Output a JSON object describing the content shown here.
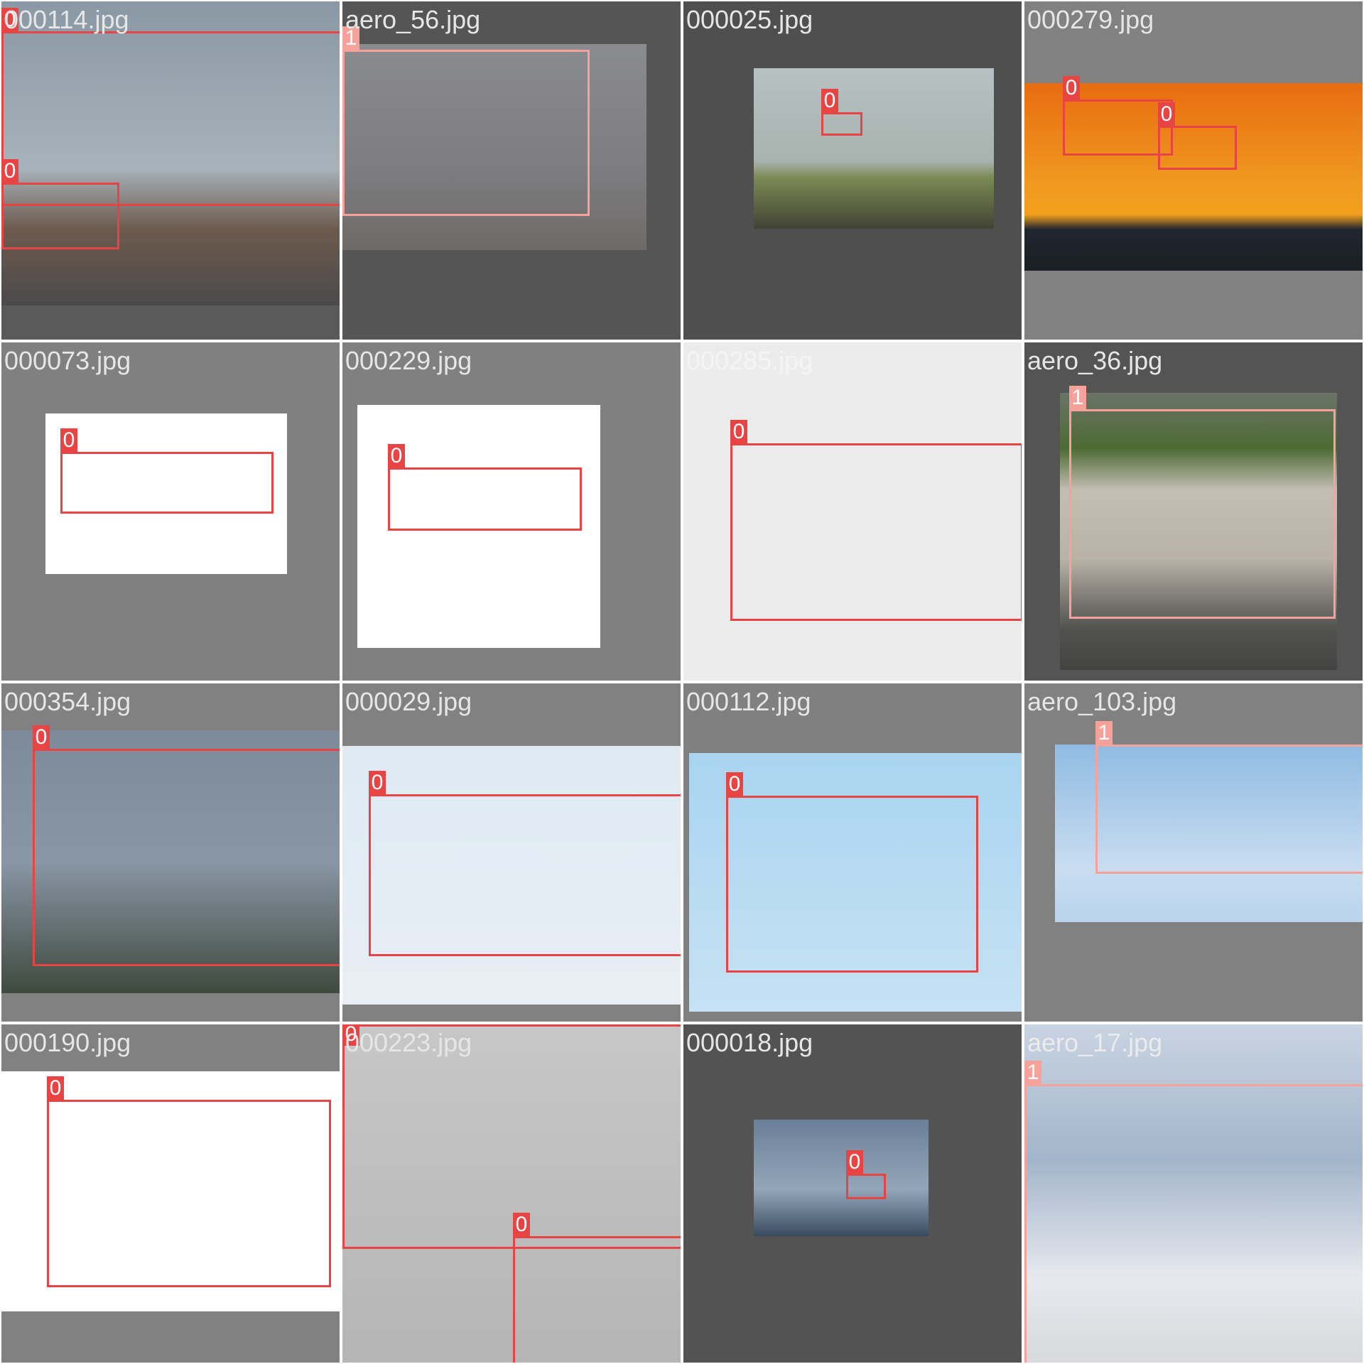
{
  "tiles": [
    {
      "filename": "000114.jpg",
      "labels": [
        "0",
        "0"
      ]
    },
    {
      "filename": "aero_56.jpg",
      "labels": [
        "1"
      ]
    },
    {
      "filename": "000025.jpg",
      "labels": [
        "0"
      ]
    },
    {
      "filename": "000279.jpg",
      "labels": [
        "0",
        "0"
      ]
    },
    {
      "filename": "000073.jpg",
      "labels": [
        "0"
      ]
    },
    {
      "filename": "000229.jpg",
      "labels": [
        "0"
      ]
    },
    {
      "filename": "000285.jpg",
      "labels": [
        "0"
      ]
    },
    {
      "filename": "aero_36.jpg",
      "labels": [
        "1"
      ]
    },
    {
      "filename": "000354.jpg",
      "labels": [
        "0"
      ]
    },
    {
      "filename": "000029.jpg",
      "labels": [
        "0"
      ]
    },
    {
      "filename": "000112.jpg",
      "labels": [
        "0"
      ]
    },
    {
      "filename": "aero_103.jpg",
      "labels": [
        "1"
      ]
    },
    {
      "filename": "000190.jpg",
      "labels": [
        "0"
      ]
    },
    {
      "filename": "000223.jpg",
      "labels": [
        "0",
        "0"
      ]
    },
    {
      "filename": "000018.jpg",
      "labels": [
        "0"
      ]
    },
    {
      "filename": "aero_17.jpg",
      "labels": [
        "1"
      ]
    }
  ],
  "colors": {
    "class_0_box": "#e84444",
    "class_1_box": "#f7a19b",
    "filename_text": "#e6e6e6"
  }
}
